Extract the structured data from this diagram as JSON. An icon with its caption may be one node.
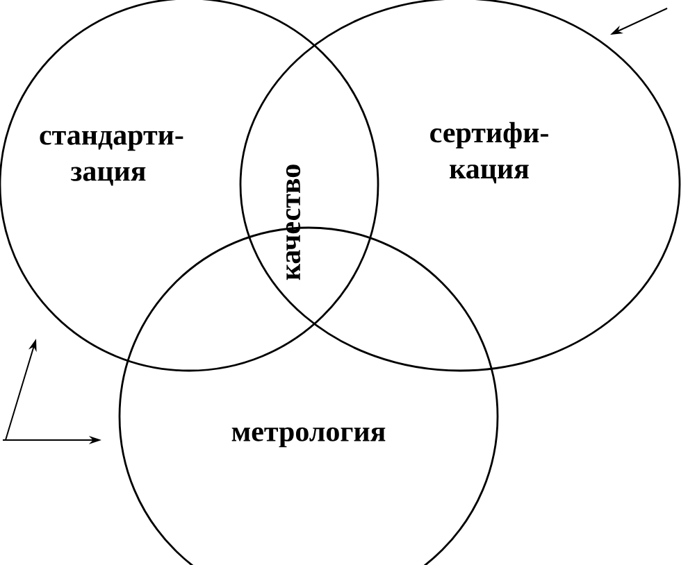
{
  "diagram": {
    "nodes": [
      {
        "text": [
          "стандарти- зация"
        ]
      },
      {
        "text": [
          "сертифи- кация"
        ]
      },
      {
        "text": [
          "метрология"
        ]
      }
    ],
    "labels": [
      "качество"
    ]
  }
}
